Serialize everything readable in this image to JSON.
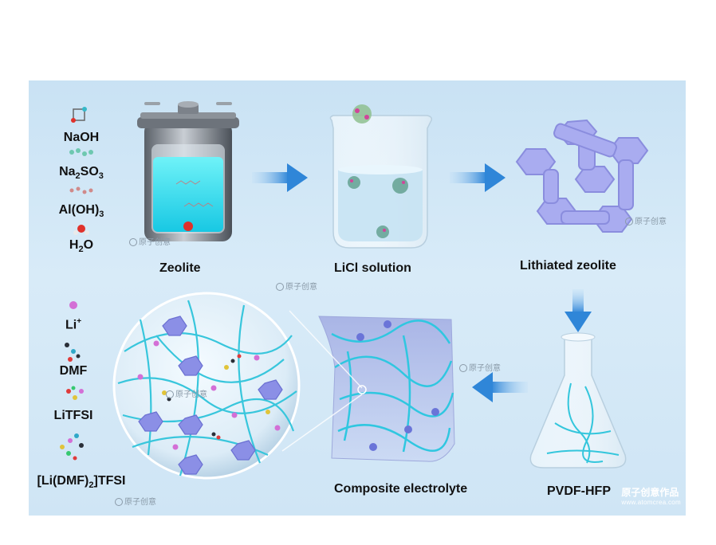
{
  "reagents": {
    "naoh": "NaOH",
    "na2so3": {
      "base": "Na",
      "sub1": "2",
      "mid": "SO",
      "sub2": "3"
    },
    "aloh3": {
      "base": "Al(OH)",
      "sub": "3"
    },
    "h2o": {
      "base": "H",
      "sub": "2",
      "tail": "O"
    }
  },
  "electrolyte_components": {
    "li": {
      "base": "Li",
      "sup": "+"
    },
    "dmf": "DMF",
    "litfsi": "LiTFSI",
    "complex": {
      "base": "[Li(DMF)",
      "sub": "2",
      "tail": "]TFSI"
    }
  },
  "steps": {
    "zeolite": "Zeolite",
    "licl": "LiCl solution",
    "lithiated": "Lithiated zeolite",
    "composite": "Composite electrolyte",
    "pvdf": "PVDF-HFP"
  },
  "watermark": {
    "text": "原子创意",
    "brand": "原子创意作品",
    "url": "www.atomcrea.com"
  },
  "colors": {
    "panel_bg": "#cfe5f5",
    "arrow": "#3a8fdc",
    "fiber": "#3fc9d9",
    "zeolite_cage": "#a9acf0",
    "liquid": "#3de0ef"
  }
}
